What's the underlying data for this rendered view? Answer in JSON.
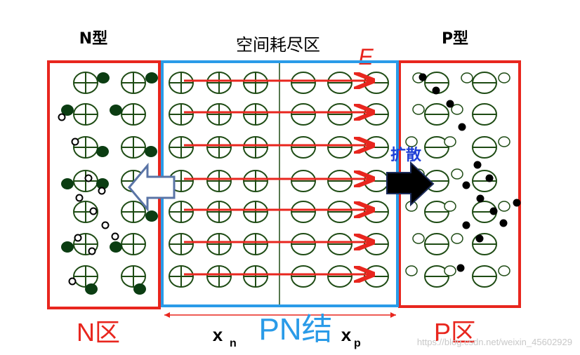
{
  "labels": {
    "n_type": "N型",
    "depletion_region": "空间耗尽区",
    "p_type": "P型",
    "field": "E",
    "diffusion": "扩散",
    "n_region": "N区",
    "pn_junction": "PN结",
    "p_region": "P区",
    "xn_base": "x",
    "xn_sub": "n",
    "xp_base": "x",
    "xp_sub": "p",
    "watermark": "https://blog.csdn.net/weixin_45602929"
  },
  "colors": {
    "region_border": "#e8261e",
    "depletion_border": "#2a9be8",
    "ion": "#1e4b14",
    "electron_dot": "#0b3d12",
    "arrow": "#e8261e",
    "red_text": "#e8261e",
    "blue_text": "#2a9be8",
    "diffusion_text": "#1f3fd6",
    "outline_arrow": "#5a74a6"
  }
}
